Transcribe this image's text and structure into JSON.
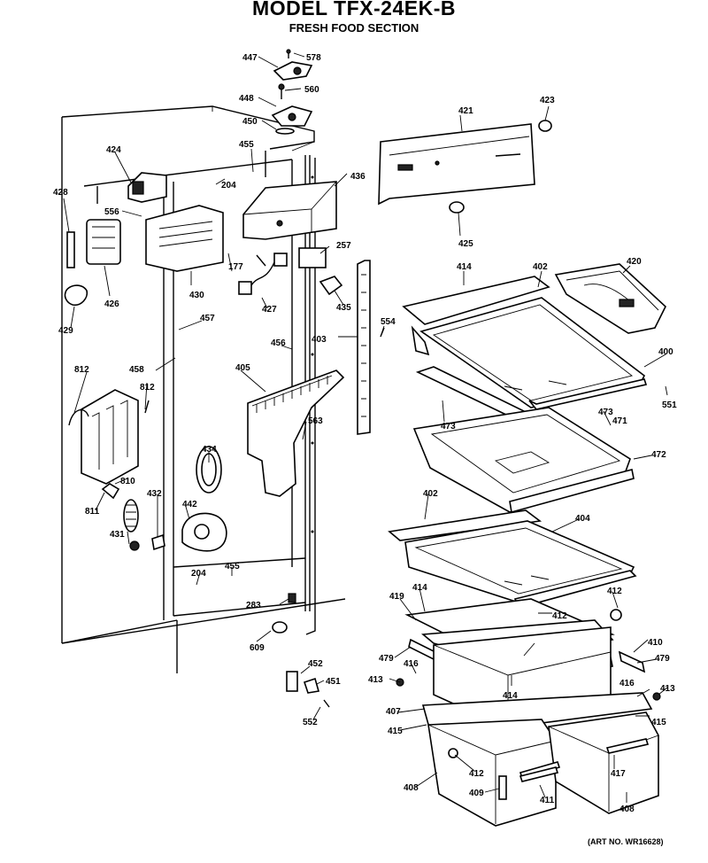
{
  "header": {
    "model_title": "MODEL TFX-24EK-B",
    "section_title": "FRESH FOOD SECTION"
  },
  "art_number": "(ART NO. WR16628)",
  "callouts": [
    "447",
    "578",
    "448",
    "560",
    "450",
    "421",
    "423",
    "424",
    "455",
    "436",
    "428",
    "204",
    "556",
    "425",
    "257",
    "426",
    "177",
    "414",
    "402",
    "420",
    "430",
    "427",
    "435",
    "429",
    "457",
    "554",
    "456",
    "403",
    "400",
    "812",
    "458",
    "405",
    "812",
    "551",
    "473",
    "471",
    "563",
    "434",
    "473",
    "472",
    "810",
    "432",
    "402",
    "811",
    "442",
    "404",
    "431",
    "204",
    "455",
    "419",
    "414",
    "412",
    "283",
    "412",
    "410",
    "479",
    "479",
    "416",
    "609",
    "452",
    "413",
    "451",
    "416",
    "413",
    "407",
    "414",
    "415",
    "552",
    "415",
    "412",
    "408",
    "409",
    "411",
    "417",
    "408"
  ]
}
